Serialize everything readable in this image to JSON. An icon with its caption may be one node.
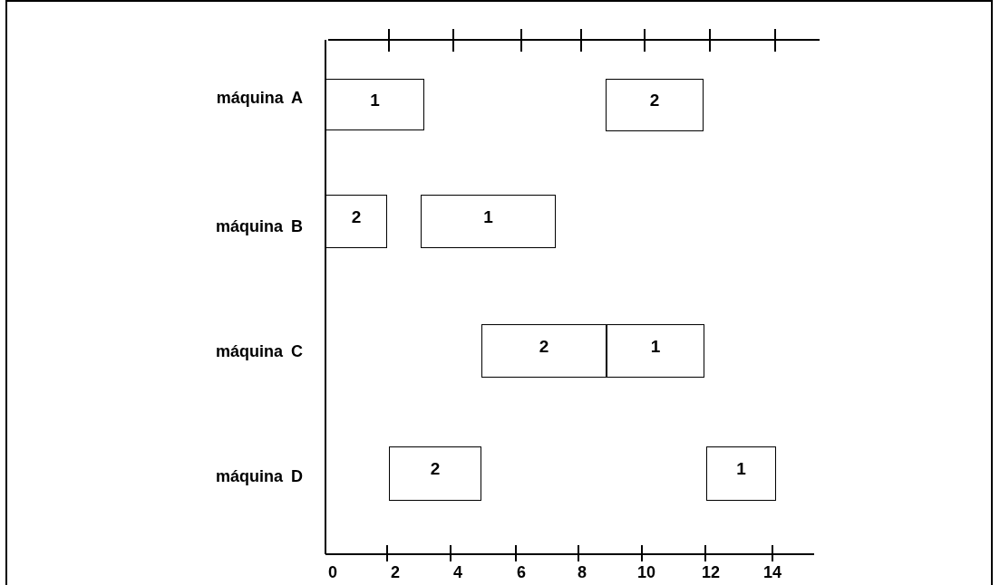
{
  "diagram": {
    "nodes": [
      {
        "text": [
          "1"
        ]
      },
      {
        "text": [
          "2"
        ]
      },
      {
        "text": [
          "2"
        ]
      },
      {
        "text": [
          "1"
        ]
      },
      {
        "text": [
          "2"
        ]
      },
      {
        "text": [
          "1"
        ]
      },
      {
        "text": [
          "2"
        ]
      },
      {
        "text": [
          "1"
        ]
      }
    ],
    "labels": [
      "máquina A",
      "máquina B",
      "máquina C",
      "máquina D",
      "0",
      "2",
      "4",
      "6",
      "8",
      "10",
      "12",
      "14"
    ]
  }
}
